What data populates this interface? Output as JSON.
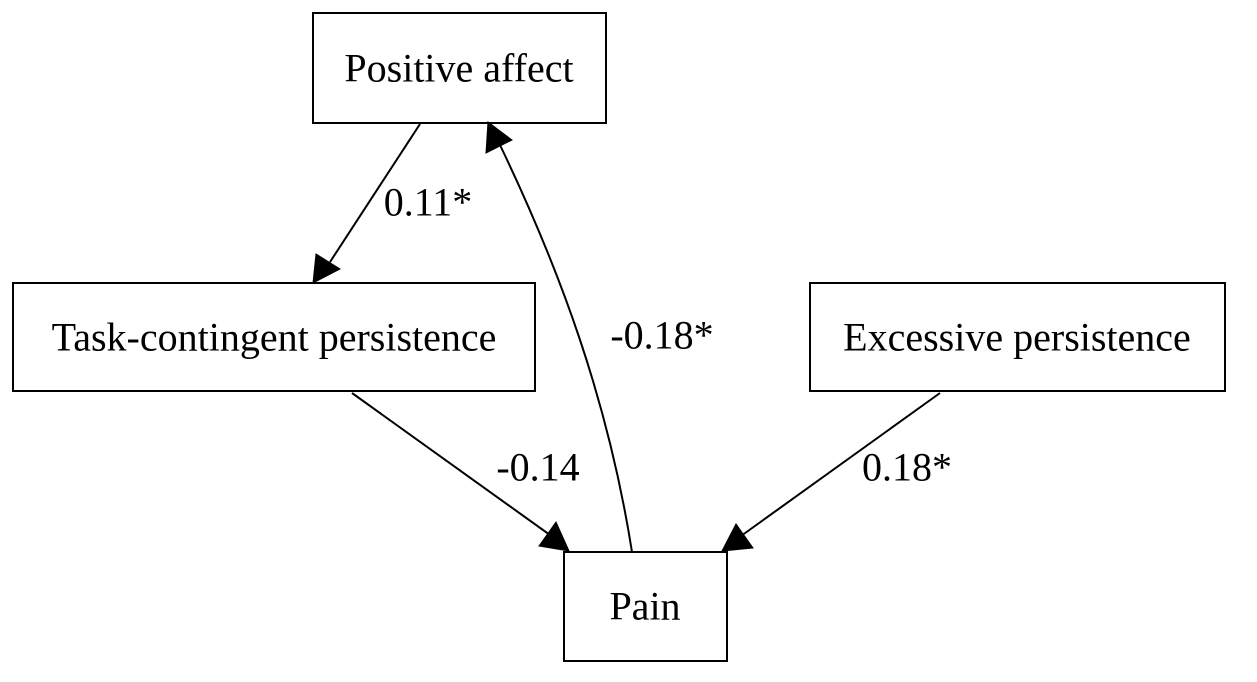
{
  "nodes": {
    "positive_affect": "Positive affect",
    "task_contingent": "Task-contingent persistence",
    "excessive": "Excessive persistence",
    "pain": "Pain"
  },
  "edges": {
    "positive_to_task": "0.11*",
    "pain_to_positive": "-0.18*",
    "task_to_pain": "-0.14",
    "excessive_to_pain": "0.18*"
  }
}
